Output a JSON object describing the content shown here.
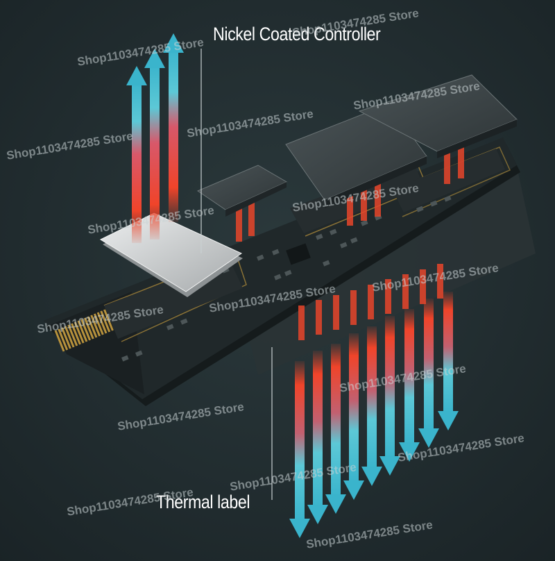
{
  "labels": {
    "controller": "Nickel Coated Controller",
    "thermal": "Thermal label"
  },
  "watermark": "Shop1103474285 Store",
  "colors": {
    "background": "#1e2a2d",
    "pcb": "#20282a",
    "chip": "#252b2c",
    "heat_red": "#e8452a",
    "heat_cyan": "#5cc8d6",
    "gold": "#b8923c",
    "controller_plate": "#d4d6d7"
  }
}
